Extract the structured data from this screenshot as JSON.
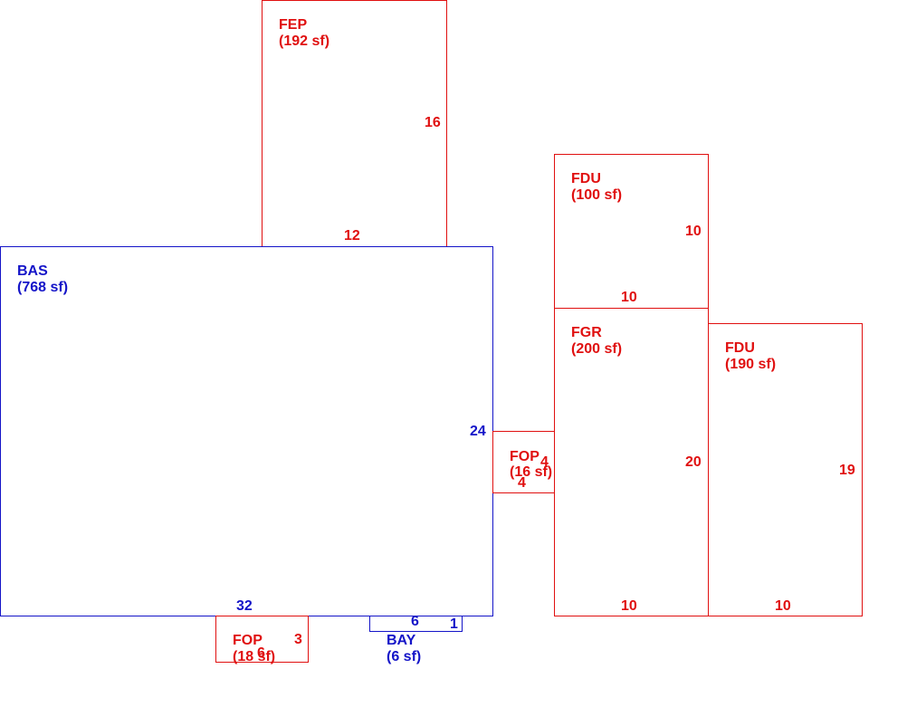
{
  "areas": {
    "fep": {
      "code": "FEP",
      "area": "(192 sf)",
      "dim_side": "16",
      "dim_bottom": "12"
    },
    "bas": {
      "code": "BAS",
      "area": "(768 sf)",
      "dim_side": "24",
      "dim_bottom": "32"
    },
    "fdu1": {
      "code": "FDU",
      "area": "(100 sf)",
      "dim_side": "10",
      "dim_bottom": "10"
    },
    "fgr": {
      "code": "FGR",
      "area": "(200 sf)",
      "dim_side": "20",
      "dim_bottom": "10"
    },
    "fdu2": {
      "code": "FDU",
      "area": "(190 sf)",
      "dim_side": "19",
      "dim_bottom": "10"
    },
    "fop_side": {
      "code": "FOP",
      "area": "(16 sf)",
      "dim_side": "4",
      "dim_bottom": "4"
    },
    "fop_bottom": {
      "code": "FOP",
      "area": "(18 sf)",
      "dim_side": "3",
      "dim_bottom": "6"
    },
    "bay": {
      "code": "BAY",
      "area": "(6 sf)",
      "dim_side": "1",
      "dim_bottom": "6"
    }
  },
  "colors": {
    "heated": "#1414c8",
    "unheated": "#e01010"
  }
}
